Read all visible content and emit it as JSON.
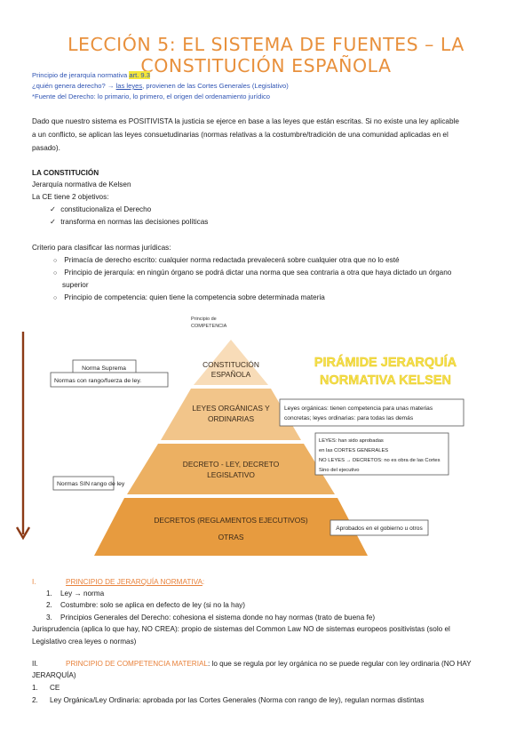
{
  "title": "LECCIÓN 5: EL SISTEMA DE FUENTES – LA CONSTITUCIÓN ESPAÑOLA",
  "intro": {
    "line1_text": "Principio de jerarquía normativa",
    "line1_hl": "art. 9.3",
    "line2_prefix": "¿quién genera derecho?",
    "line2_arrow": "→",
    "line2_link": "las leyes",
    "line2_rest": ", provienen de las Cortes Generales (Legislativo)",
    "line3": "*Fuente del Derecho: lo primario, lo primero, el origen del ordenamiento jurídico"
  },
  "paragraph1": [
    "Dado que nuestro sistema es POSITIVISTA la justicia se ejerce en base a las leyes que están escritas. Si no existe una ley aplicable",
    "a un conflicto, se aplican las leyes consuetudinarias (normas relativas a la costumbre/tradición de una comunidad aplicadas en el",
    "pasado)."
  ],
  "constitucion": {
    "heading": "LA CONSTITUCIÓN",
    "subheading": "Jerarquía normativa de Kelsen",
    "objetivos": "La CE tiene 2 objetivos:",
    "items": [
      "constitucionaliza el Derecho",
      "transforma en normas las decisiones políticas"
    ]
  },
  "criterio": {
    "heading": "Criterio para clasificar las normas jurídicas:",
    "items": [
      "Primacía de derecho escrito: cualquier norma redactada prevalecerá sobre cualquier otra que no lo esté",
      "Principio de jerarquía: en ningún órgano se podrá dictar una norma que sea contraria a otra que haya dictado un órgano",
      "superior",
      "Principio de competencia: quien tiene la competencia sobre determinada materia"
    ]
  },
  "pyramid": {
    "top_label_1": "Principio de",
    "top_label_2": "COMPETENCIA",
    "title_1": "PIRÁMIDE JERARQUÍA",
    "title_2": "NORMATIVA KELSEN",
    "levels": [
      [
        "CONSTITUCIÓN",
        "ESPAÑOLA"
      ],
      [
        "LEYES ORGÁNICAS Y",
        "ORDINARIAS"
      ],
      [
        "DECRETO - LEY, DECRETO",
        "LEGISLATIVO"
      ],
      [
        "DECRETOS (REGLAMENTOS EJECUTIVOS)",
        "OTRAS"
      ]
    ],
    "left_boxes": [
      "Norma Suprema",
      "Normas con rango/fuerza de ley.",
      "Normas SIN rango de ley"
    ],
    "right_box1": [
      "Leyes orgánicas: tienen competencia para unas materias",
      "concretas; leyes ordinarias: para todas las demás"
    ],
    "right_box2": [
      "LEYES: han sido aprobadas",
      "en las CORTES GENERALES",
      "NO LEYES → DECRETOS: no es obra de las Cortes",
      "Sino del ejecutivo"
    ],
    "right_box3": "Aprobados en el gobierno u otros",
    "colors": {
      "level1": "#f8dcb8",
      "level2": "#f2c58a",
      "level3": "#ecb062",
      "level4": "#e79b3f",
      "title": "#f3e14a",
      "arrow": "#8b3a16"
    }
  },
  "section1": {
    "num": "I.",
    "heading": "PRINCIPIO DE JERARQUÍA NORMATIVA",
    "colon": ":",
    "items": [
      {
        "n": "1.",
        "t": "Ley → norma"
      },
      {
        "n": "2.",
        "t": "Costumbre: solo se aplica en defecto de ley (si no la hay)"
      },
      {
        "n": "3.",
        "t": "Principios Generales del Derecho: cohesiona el sistema donde no hay normas (trato de buena fe)"
      }
    ],
    "juris_1": "Jurisprudencia (aplica lo que hay, NO CREA): propio de sistemas del Common Law NO de sistemas europeos positivistas (solo el",
    "juris_2": "Legislativo crea leyes o normas)"
  },
  "section2": {
    "num": "II.",
    "heading": "PRINCIPIO DE COMPETENCIA MATERIAL",
    "rest_1": ": lo que se regula por ley orgánica no se puede regular con ley ordinaria (NO HAY",
    "rest_2": "JERARQUÍA)",
    "items": [
      {
        "n": "1.",
        "t": "CE"
      },
      {
        "n": "2.",
        "t": "Ley Orgánica/Ley Ordinaria: aprobada por las Cortes Generales (Norma con rango de ley), regulan normas distintas"
      }
    ]
  }
}
